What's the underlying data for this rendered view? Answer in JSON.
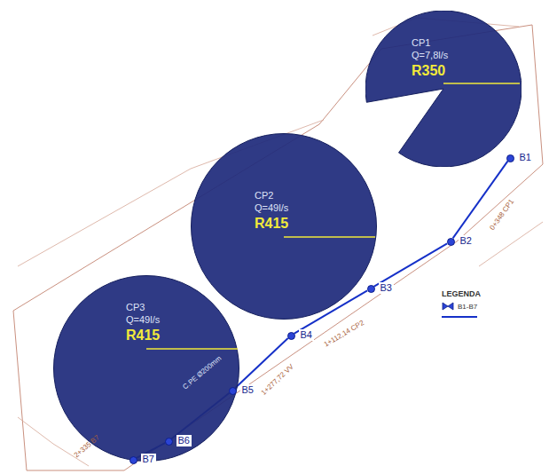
{
  "diagram": {
    "nodes": [
      {
        "text": [
          "CP1",
          "Q=7,8l/s",
          "R350"
        ]
      },
      {
        "text": [
          "CP2",
          "Q=49l/s",
          "R415"
        ]
      },
      {
        "text": [
          "CP3",
          "Q=49l/s",
          "R415"
        ]
      },
      {
        "text": [
          "B1"
        ]
      },
      {
        "text": [
          "B2"
        ]
      },
      {
        "text": [
          "B3"
        ]
      },
      {
        "text": [
          "B4"
        ]
      },
      {
        "text": [
          "B5"
        ]
      },
      {
        "text": [
          "B6"
        ]
      },
      {
        "text": [
          "B7"
        ]
      }
    ],
    "edges": [
      {
        "from": 3,
        "to": 4,
        "arrow": "none"
      },
      {
        "from": 4,
        "to": 5,
        "arrow": "none"
      },
      {
        "from": 5,
        "to": 6,
        "arrow": "none"
      },
      {
        "from": 6,
        "to": 7,
        "arrow": "none"
      },
      {
        "from": 7,
        "to": 8,
        "arrow": "none"
      },
      {
        "from": 8,
        "to": 9,
        "arrow": "none"
      }
    ],
    "labels": [
      "0+348 CP1",
      "1+112,14 CP2",
      "1+277,72 VV",
      "C.PE Ø200mm",
      "2+335 B7",
      "LEGENDA"
    ],
    "legend": [
      {
        "text": "B1-B7"
      }
    ]
  }
}
